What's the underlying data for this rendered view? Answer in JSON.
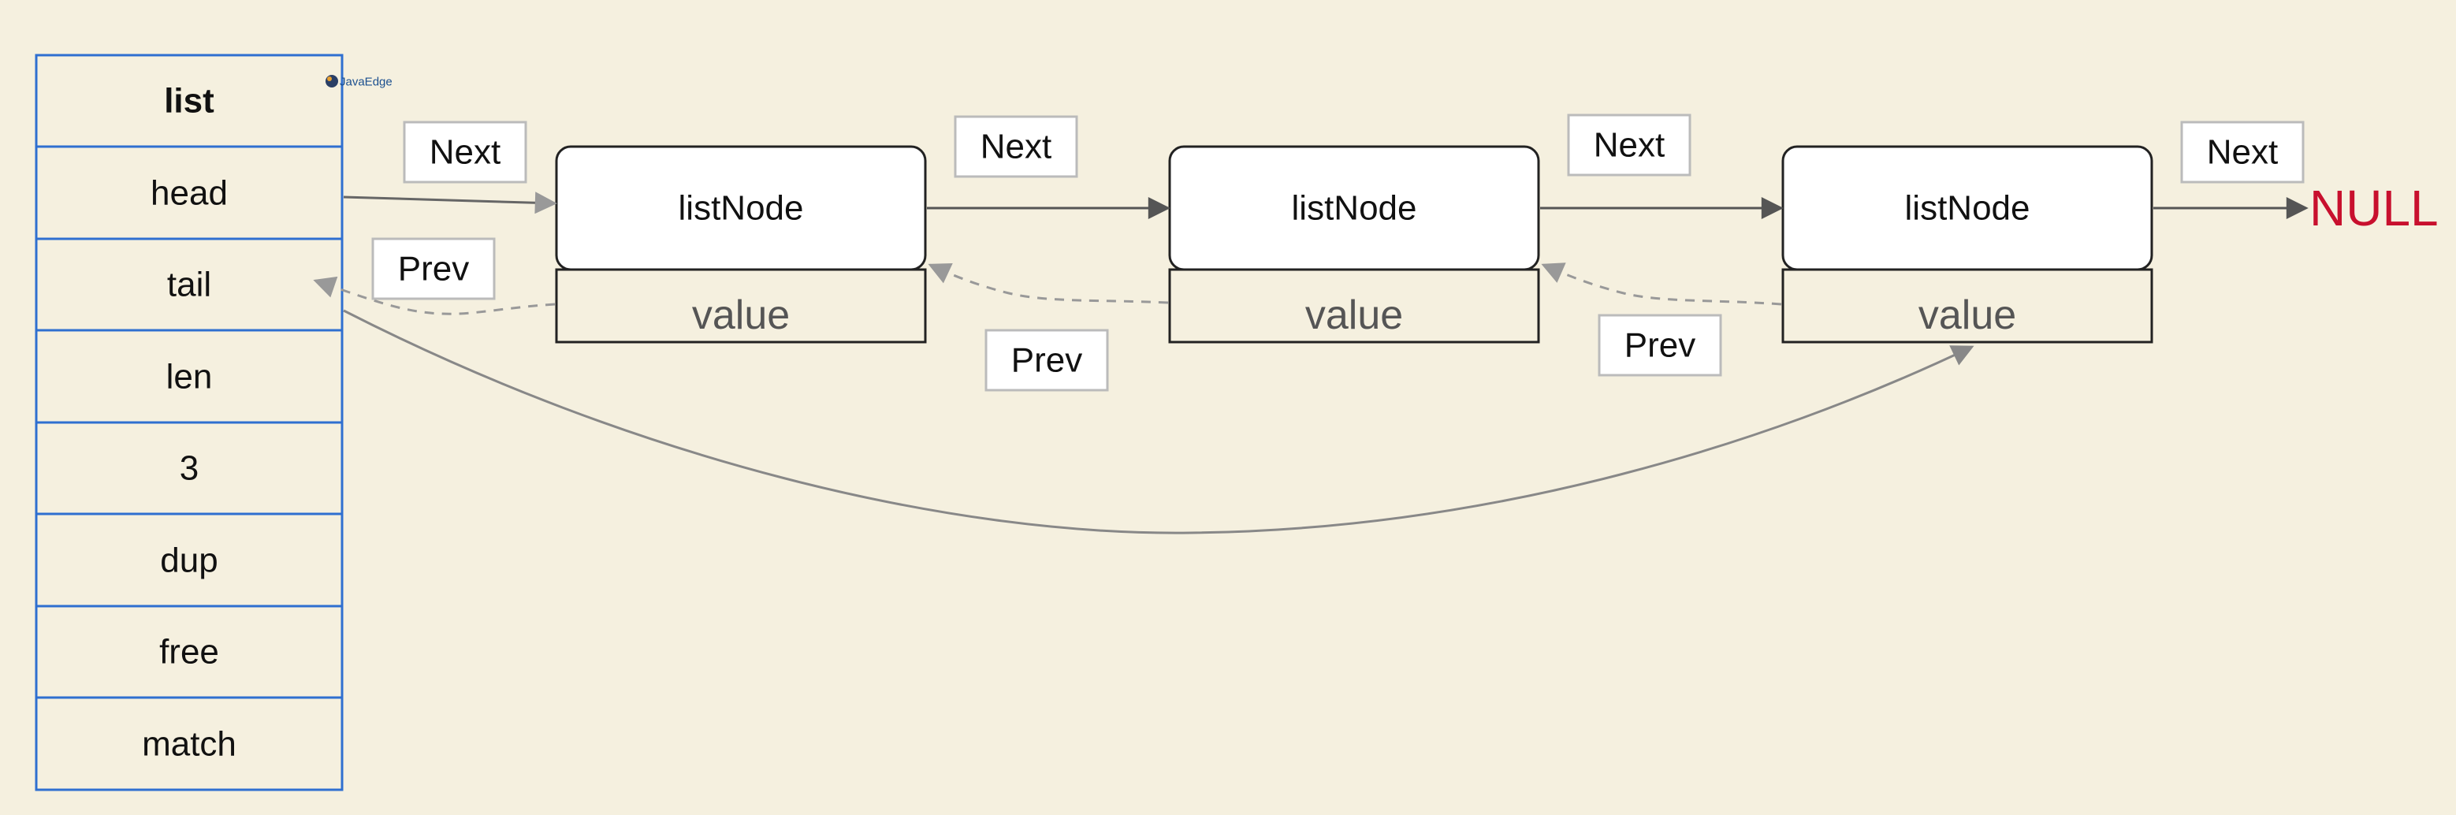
{
  "watermark": "JavaEdge",
  "list_struct": {
    "title": "list",
    "fields": [
      "head",
      "tail",
      "len",
      "3",
      "dup",
      "free",
      "match"
    ]
  },
  "nodes": [
    {
      "label": "listNode",
      "value": "value"
    },
    {
      "label": "listNode",
      "value": "value"
    },
    {
      "label": "listNode",
      "value": "value"
    }
  ],
  "edge_labels": {
    "next": [
      "Next",
      "Next",
      "Next",
      "Next"
    ],
    "prev": [
      "Prev",
      "Prev",
      "Prev"
    ]
  },
  "terminal": "NULL",
  "colors": {
    "background": "#f5f0df",
    "struct_border": "#2f6fd0",
    "node_border": "#222222",
    "next_arrow": "#555555",
    "prev_arrow": "#999999",
    "null_text": "#c8102e",
    "label_border": "#bbbbbb"
  }
}
